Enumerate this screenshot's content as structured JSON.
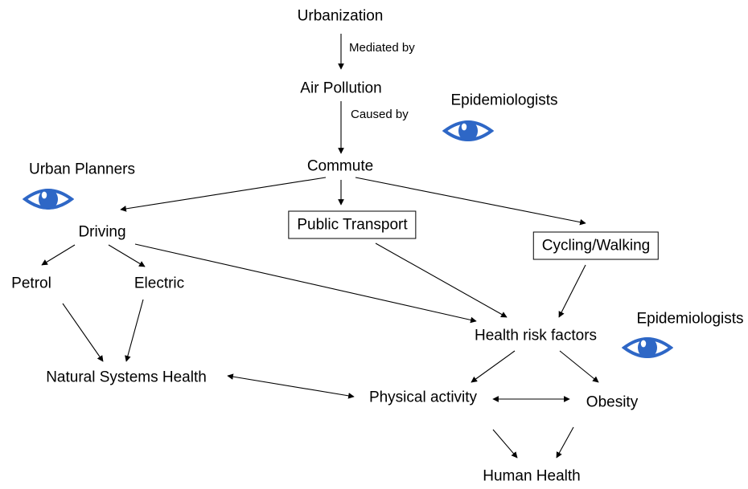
{
  "nodes": {
    "urbanization": "Urbanization",
    "air_pollution": "Air Pollution",
    "commute": "Commute",
    "driving": "Driving",
    "public_transport": "Public Transport",
    "cycling_walking": "Cycling/Walking",
    "petrol": "Petrol",
    "electric": "Electric",
    "health_risk_factors": "Health risk factors",
    "natural_systems_health": "Natural Systems Health",
    "physical_activity": "Physical activity",
    "obesity": "Obesity",
    "human_health": "Human Health"
  },
  "edge_labels": {
    "mediated_by": "Mediated by",
    "caused_by": "Caused by"
  },
  "stakeholders": {
    "epidemiologists_top": "Epidemiologists",
    "urban_planners": "Urban Planners",
    "epidemiologists_right": "Epidemiologists"
  },
  "colors": {
    "eye": "#2e67c6",
    "line": "#000000"
  },
  "icons": {
    "eye": "eye-icon"
  }
}
